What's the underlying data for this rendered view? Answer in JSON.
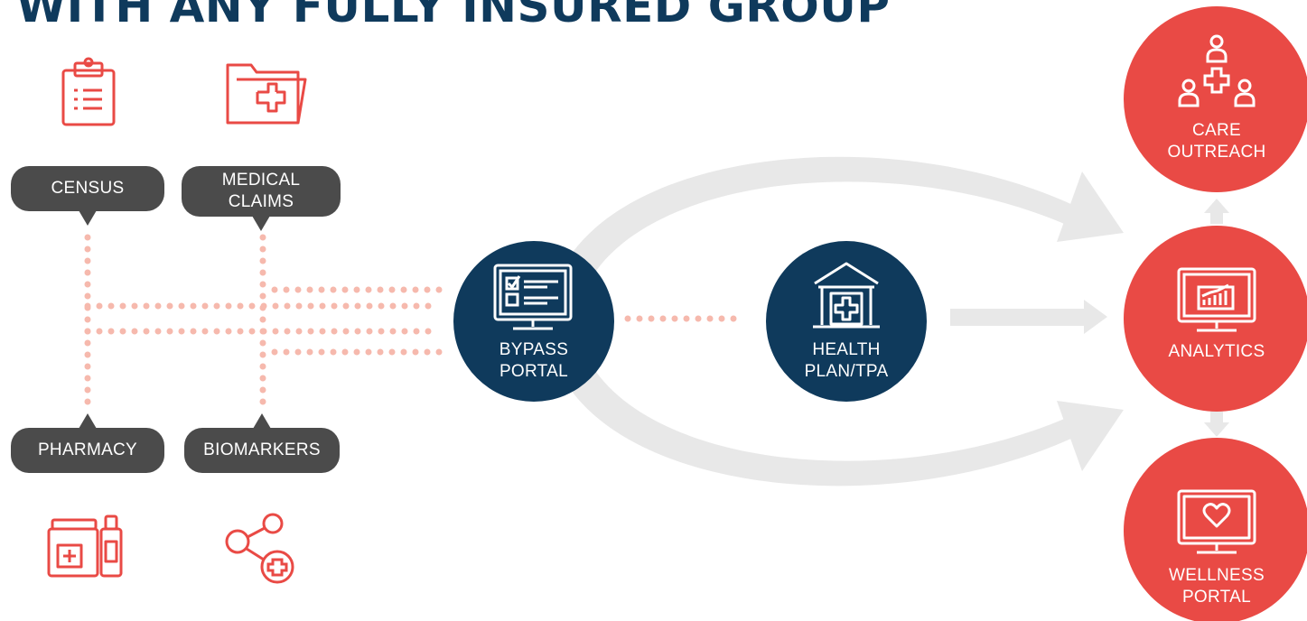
{
  "title": "WITH ANY FULLY INSURED GROUP",
  "sources": {
    "census": {
      "label": "CENSUS",
      "icon": "clipboard-list-icon"
    },
    "medical_claims": {
      "label_line1": "MEDICAL",
      "label_line2": "CLAIMS",
      "icon": "folder-medical-icon"
    },
    "pharmacy": {
      "label": "PHARMACY",
      "icon": "pharmacy-bottles-icon"
    },
    "biomarkers": {
      "label": "BIOMARKERS",
      "icon": "molecule-plus-icon"
    }
  },
  "bypass_portal": {
    "label_line1": "BYPASS",
    "label_line2": "PORTAL",
    "icon": "monitor-checklist-icon"
  },
  "health_plan": {
    "label_line1": "HEALTH",
    "label_line2": "PLAN/TPA",
    "icon": "hospital-building-icon"
  },
  "outputs": {
    "care_outreach": {
      "label_line1": "CARE",
      "label_line2": "OUTREACH",
      "icon": "people-care-icon"
    },
    "analytics": {
      "label": "ANALYTICS",
      "icon": "monitor-chart-icon"
    },
    "wellness_portal": {
      "label_line1": "WELLNESS",
      "label_line2": "PORTAL",
      "icon": "monitor-heart-icon"
    }
  },
  "colors": {
    "title": "#0f3a5c",
    "navy": "#0f3a5c",
    "red": "#e94a45",
    "bubble": "#4b4b4b",
    "dots": "#f6b9ad",
    "arrow": "#e8e8e8"
  }
}
